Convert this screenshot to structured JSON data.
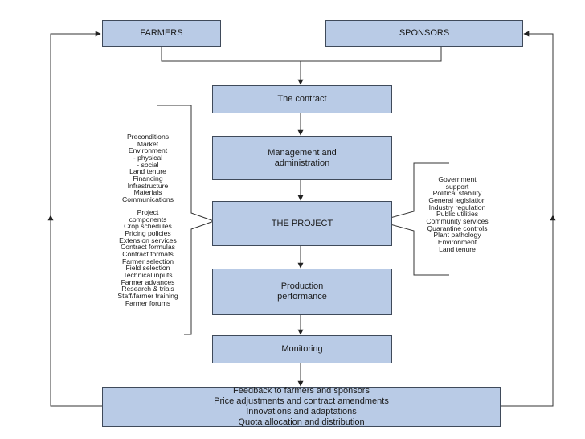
{
  "boxes": {
    "farmers": "FARMERS",
    "sponsors": "SPONSORS",
    "contract": "The contract",
    "management": [
      "Management and",
      "administration"
    ],
    "project": "THE PROJECT",
    "production": [
      "Production",
      "performance"
    ],
    "monitoring": "Monitoring",
    "feedback": [
      "Feedback to farmers and sponsors",
      "Price adjustments and contract amendments",
      "Innovations and adaptations",
      "Quota allocation and distribution"
    ]
  },
  "left_list": {
    "preconditions": [
      "Preconditions",
      "Market",
      "Environment",
      "- physical",
      "- social",
      "Land tenure",
      "Financing",
      "Infrastructure",
      "Materials",
      "Communications"
    ],
    "components": [
      "Project",
      "components",
      "Crop schedules",
      "Pricing policies",
      "Extension services",
      "Contract formulas",
      "Contract formats",
      "Farmer selection",
      "Field selection",
      "Technical inputs",
      "Farmer advances",
      "Research & trials",
      "Staff/farmer training",
      "Farmer forums"
    ]
  },
  "right_list": [
    "Government",
    "support",
    "Political stability",
    "General legislation",
    "Industry regulation",
    "Public utilities",
    "Community services",
    "Quarantine controls",
    "Plant pathology",
    "Environment",
    "Land tenure"
  ]
}
